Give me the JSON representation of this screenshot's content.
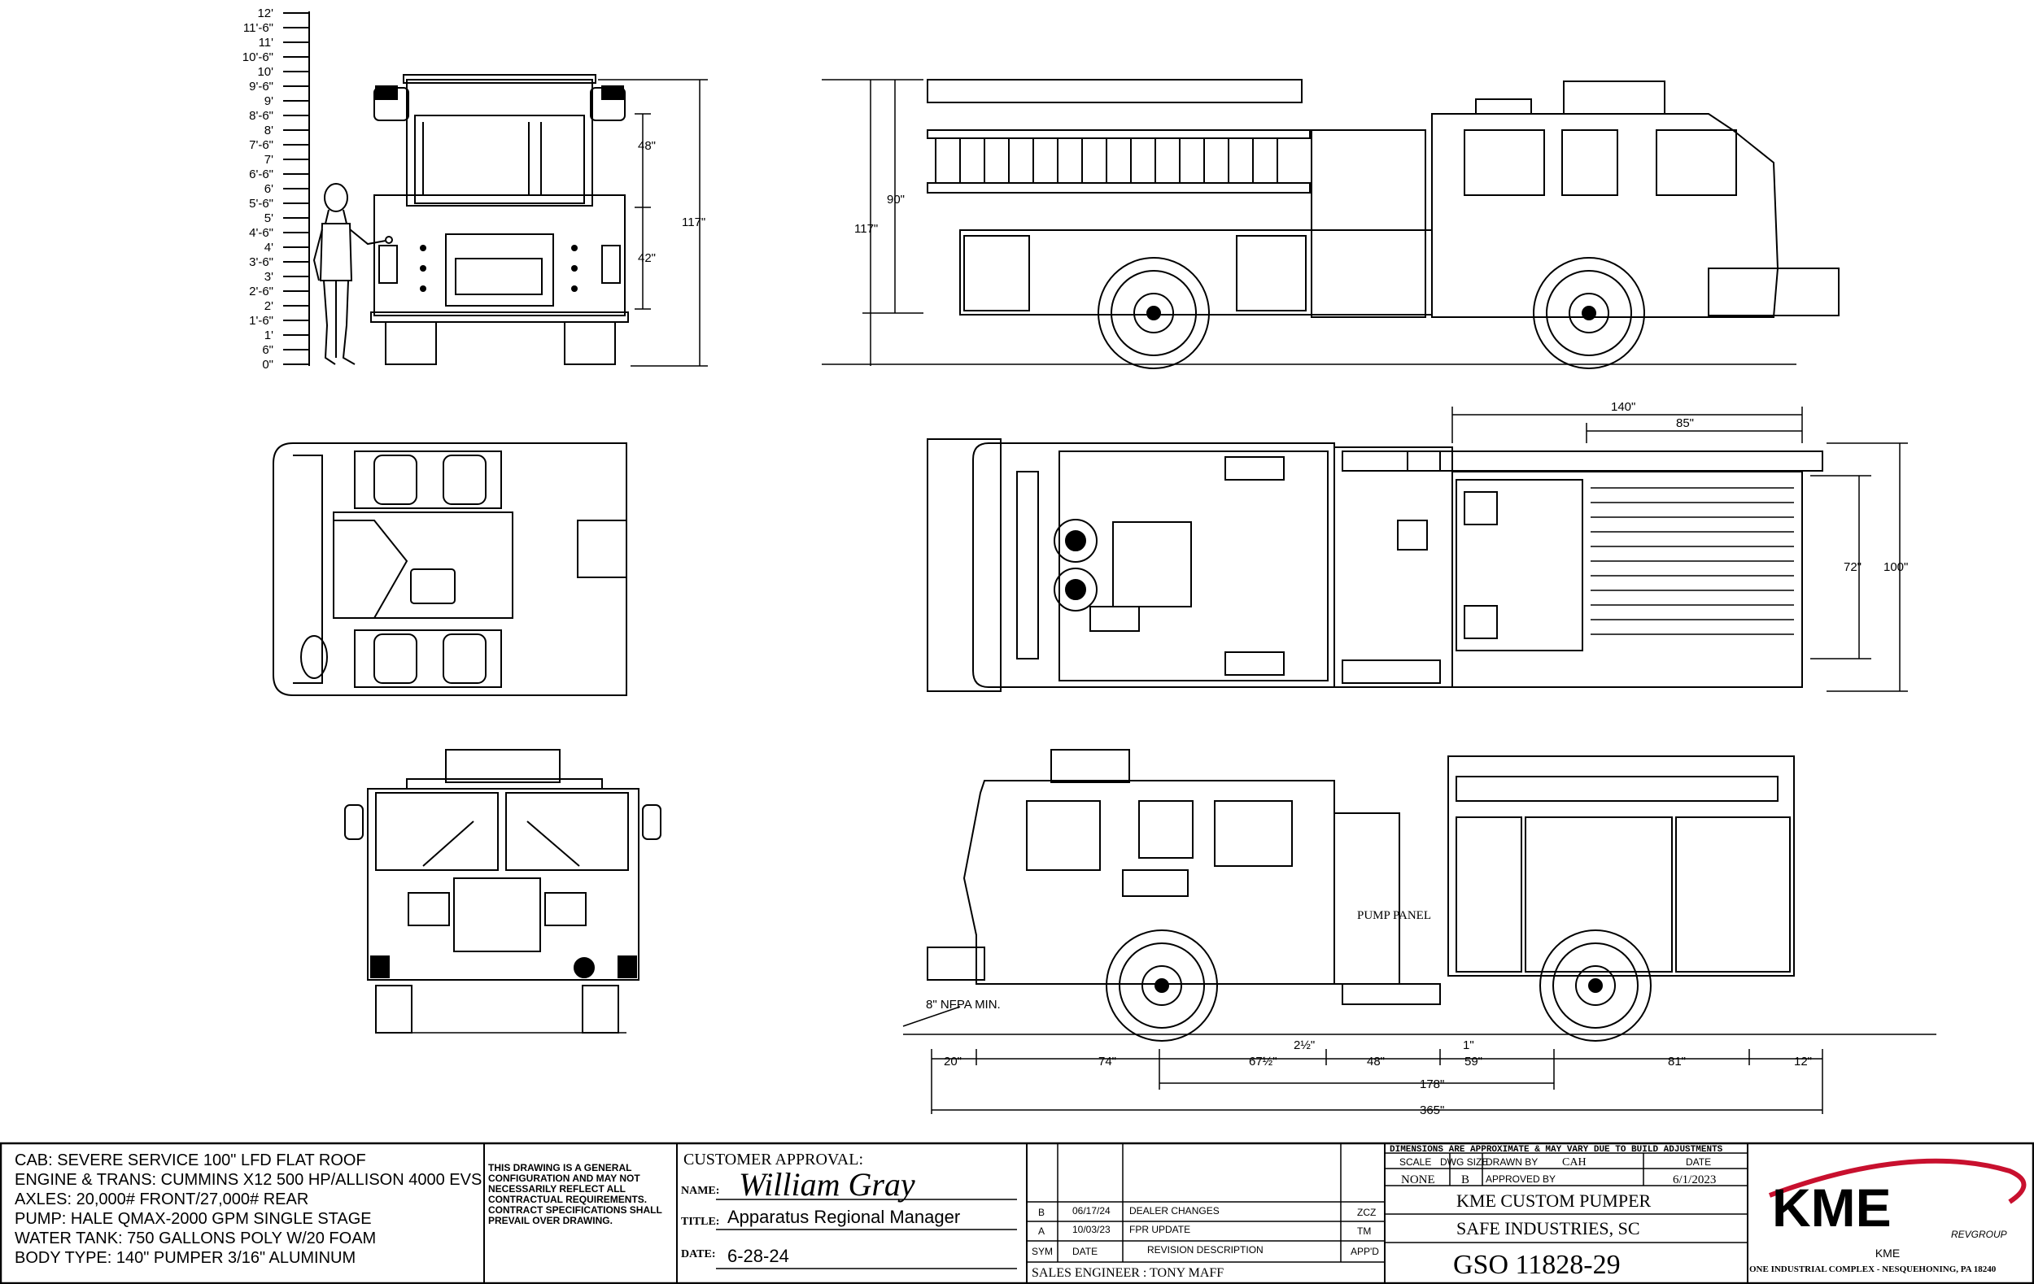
{
  "height_scale": {
    "labels": [
      "12'",
      "11'-6\"",
      "11'",
      "10'-6\"",
      "10'",
      "9'-6\"",
      "9'",
      "8'-6\"",
      "8'",
      "7'-6\"",
      "7'",
      "6'-6\"",
      "6'",
      "5'-6\"",
      "5'",
      "4'-6\"",
      "4'",
      "3'-6\"",
      "3'",
      "2'-6\"",
      "2'",
      "1'-6\"",
      "1'",
      "6\"",
      "0\""
    ]
  },
  "rear_view": {
    "dim_48": "48\"",
    "dim_42": "42\"",
    "dim_117": "117\""
  },
  "side_view": {
    "dim_90": "90\"",
    "dim_117": "117\""
  },
  "top_view": {
    "dim_140": "140\"",
    "dim_85": "85\"",
    "dim_72": "72\"",
    "dim_100": "100\""
  },
  "officer_side": {
    "pump_panel": "PUMP PANEL",
    "nfpa": "8\" NFPA MIN.",
    "dim_2_5": "2½\"",
    "dim_1": "1\"",
    "dim_20": "20\"",
    "dim_74": "74\"",
    "dim_67_5": "67½\"",
    "dim_48": "48\"",
    "dim_59": "59\"",
    "dim_81": "81\"",
    "dim_12": "12\"",
    "dim_178": "178\"",
    "dim_365": "365\""
  },
  "specs": {
    "lines": [
      "CAB: SEVERE SERVICE 100\" LFD FLAT ROOF",
      "ENGINE & TRANS: CUMMINS X12 500 HP/ALLISON 4000 EVS",
      "AXLES: 20,000# FRONT/27,000# REAR",
      "PUMP: HALE QMAX-2000 GPM SINGLE STAGE",
      "WATER TANK: 750 GALLONS POLY W/20 FOAM",
      "BODY TYPE: 140\" PUMPER 3/16\" ALUMINUM"
    ]
  },
  "disclaimer": {
    "lines": [
      "THIS DRAWING IS A GENERAL",
      "CONFIGURATION AND MAY NOT",
      "NECESSARILY REFLECT ALL",
      "CONTRACTUAL REQUIREMENTS.",
      "CONTRACT SPECIFICATIONS SHALL",
      "PREVAIL OVER DRAWING."
    ]
  },
  "approval": {
    "heading": "CUSTOMER APPROVAL:",
    "name_label": "NAME:",
    "signature": "William Gray",
    "title_label": "TITLE:",
    "title_value": "Apparatus Regional Manager",
    "date_label": "DATE:",
    "date_value": "6-28-24"
  },
  "revisions": {
    "rows": [
      {
        "sym": "B",
        "date": "06/17/24",
        "desc": "DEALER CHANGES",
        "app": "ZCZ"
      },
      {
        "sym": "A",
        "date": "10/03/23",
        "desc": "FPR UPDATE",
        "app": "TM"
      }
    ],
    "headers": {
      "sym": "SYM",
      "date": "DATE",
      "desc": "REVISION DESCRIPTION",
      "app": "APP'D"
    },
    "sales_engineer": "SALES ENGINEER : TONY MAFF"
  },
  "title_block": {
    "note": "DIMENSIONS ARE APPROXIMATE & MAY VARY DUE TO BUILD ADJUSTMENTS",
    "scale_label": "SCALE",
    "scale_value": "NONE",
    "dwg_size_label": "DWG SIZE",
    "dwg_size_value": "B",
    "drawn_by_label": "DRAWN BY",
    "drawn_by_value": "CAH",
    "approved_by_label": "APPROVED BY",
    "date_label": "DATE",
    "date_value": "6/1/2023",
    "title": "KME CUSTOM PUMPER",
    "customer": "SAFE INDUSTRIES, SC",
    "drawing_number": "GSO 11828-29"
  },
  "brand": {
    "logo": "KME",
    "sub": "REVGROUP",
    "name": "KME",
    "address": "ONE INDUSTRIAL COMPLEX - NESQUEHONING, PA 18240",
    "swoosh_color": "#c8102e"
  }
}
